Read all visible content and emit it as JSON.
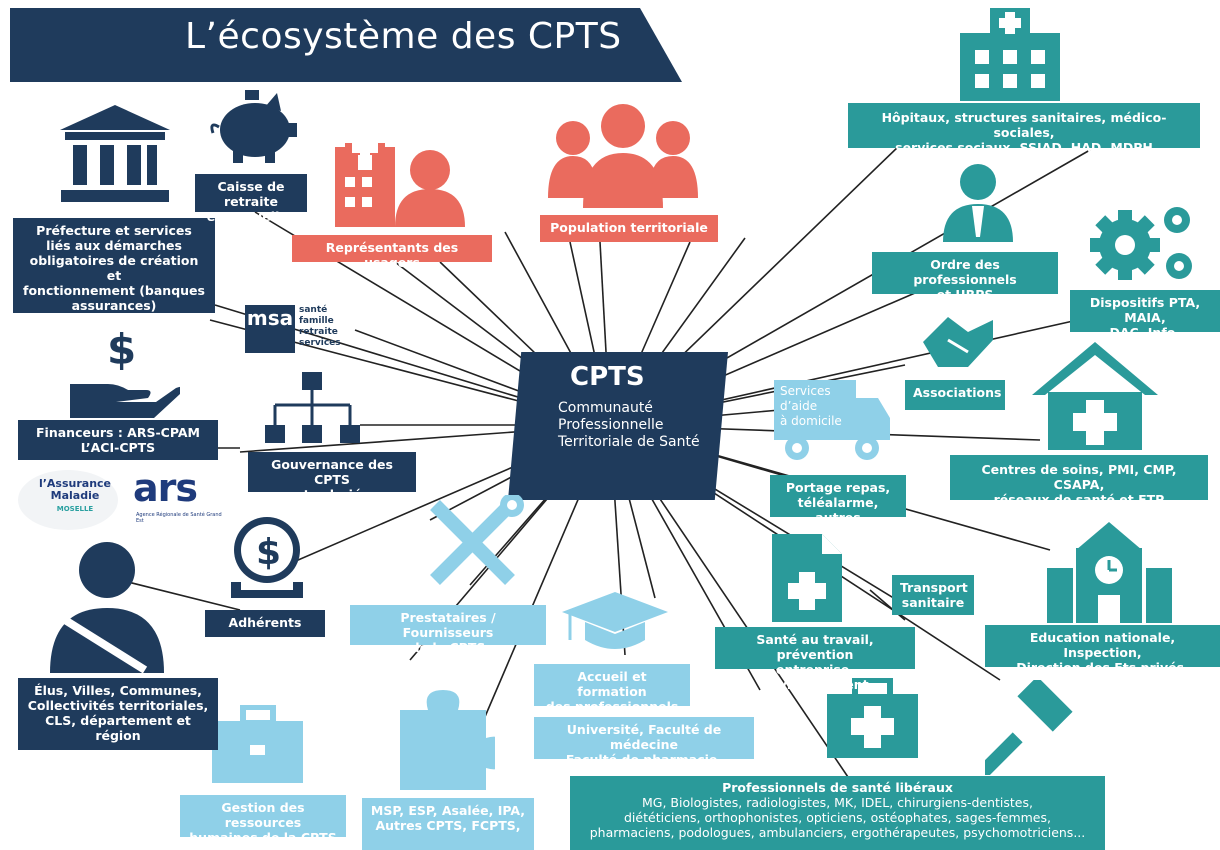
{
  "title": "L’écosystème des CPTS",
  "center": {
    "title": "CPTS",
    "subtitle_lines": [
      "Communauté",
      "Professionnelle",
      "Territoriale de",
      "Santé"
    ]
  },
  "nodes": {
    "prefecture": [
      "Préfecture et services",
      "liés aux démarches",
      "obligatoires de création et",
      "fonctionnement (banques",
      "assurances)"
    ],
    "caisse": [
      "Caisse de retraite",
      "et mutuelles"
    ],
    "representants": [
      "Représentants des usagers"
    ],
    "population": [
      "Population territoriale"
    ],
    "hopitaux": [
      "Hôpitaux, structures sanitaires, médico-sociales,",
      "services sociaux, SSIAD, HAD, MDPH"
    ],
    "ordre": [
      "Ordre des professionnels",
      "et URPS"
    ],
    "dispositifs": [
      "Dispositifs PTA, MAIA,",
      "DAC, Info-séniors..."
    ],
    "associations": [
      "Associations"
    ],
    "services_aide": [
      "Services",
      "d’aide",
      "à domicile"
    ],
    "portage": [
      "Portage repas,",
      "téléalarme, autres"
    ],
    "centres": [
      "Centres de soins, PMI, CMP, CSAPA,",
      "réseaux de santé et ETP"
    ],
    "financeurs": [
      "Financeurs : ARS-CPAM",
      "L’ACI-CPTS"
    ],
    "gouvernance": [
      "Gouvernance des CPTS",
      "et salariés"
    ],
    "adherents": [
      "Adhérents"
    ],
    "elus": [
      "Élus, Villes, Communes,",
      "Collectivités territoriales,",
      "CLS, département et",
      "région"
    ],
    "prestataires": [
      "Prestataires / Fournisseurs",
      "de la CPTS"
    ],
    "accueil": [
      "Accueil et formation",
      "des professionnels"
    ],
    "universite": [
      "Université, Faculté de médecine",
      "Faculté de pharmacie."
    ],
    "sante_travail": [
      "Santé au travail, prévention",
      "entreprise, environnement"
    ],
    "transport": [
      "Transport",
      "sanitaire"
    ],
    "education": [
      "Education nationale, Inspection,",
      "Direction des Ets privés, publics"
    ],
    "gestion_rh": [
      "Gestion des ressources",
      "humaines de la CPTS"
    ],
    "msp": [
      "MSP, ESP, Asalée, IPA,",
      "Autres CPTS, FCPTS,"
    ],
    "professionnels": [
      "Professionnels de santé libéraux",
      "MG, Biologistes, radiologistes, MK, IDEL, chirurgiens-dentistes,",
      "diététiciens, orthophonistes, opticiens, ostéophates, sages-femmes,",
      "pharmaciens, podologues, ambulanciers, ergothérapeutes, psychomotriciens..."
    ]
  },
  "logos": {
    "msa_letters": "msa",
    "msa_lines": [
      "santé",
      "famille",
      "retraite",
      "services"
    ],
    "assurance_maladie": [
      "l’Assurance",
      "Maladie",
      "MOSELLE"
    ],
    "ars": "ars",
    "ars_sub": [
      "Agence Régionale de Santé",
      "Grand Est"
    ]
  },
  "colors": {
    "navy": "#1f3b5c",
    "teal": "#2a9a9a",
    "coral": "#ea6b5e",
    "sky": "#8fd0e8"
  }
}
